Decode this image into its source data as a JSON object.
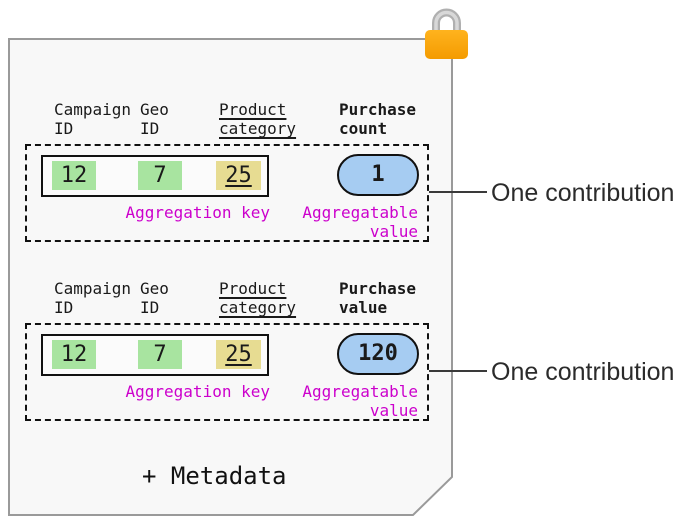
{
  "colors": {
    "page_bg": "#f8f8f8",
    "page_border": "#9a9a9a",
    "green": "#a8e4a0",
    "yellow": "#e7dc92",
    "blue": "#a6ccf2",
    "magenta": "#cc00cc",
    "lock_orange_top": "#ffb31e",
    "lock_orange_bottom": "#f49b00",
    "lock_shackle": "#b0b0b0",
    "lock_shackle_highlight": "#d8d8d8"
  },
  "icons": {
    "lock": "padlock"
  },
  "contributions": [
    {
      "columns": [
        "Campaign ID",
        "Geo ID",
        "Product category",
        "Purchase count"
      ],
      "key_cells": [
        {
          "value": "12",
          "color": "green"
        },
        {
          "value": "7",
          "color": "green"
        },
        {
          "value": "25",
          "color": "yellow"
        }
      ],
      "value": "1",
      "key_label": "Aggregation key",
      "value_label": "Aggregatable value",
      "annotation": "One contribution"
    },
    {
      "columns": [
        "Campaign ID",
        "Geo ID",
        "Product category",
        "Purchase value"
      ],
      "key_cells": [
        {
          "value": "12",
          "color": "green"
        },
        {
          "value": "7",
          "color": "green"
        },
        {
          "value": "25",
          "color": "yellow"
        }
      ],
      "value": "120",
      "key_label": "Aggregation key",
      "value_label": "Aggregatable value",
      "annotation": "One contribution"
    }
  ],
  "footer": {
    "metadata_label": "+ Metadata"
  }
}
